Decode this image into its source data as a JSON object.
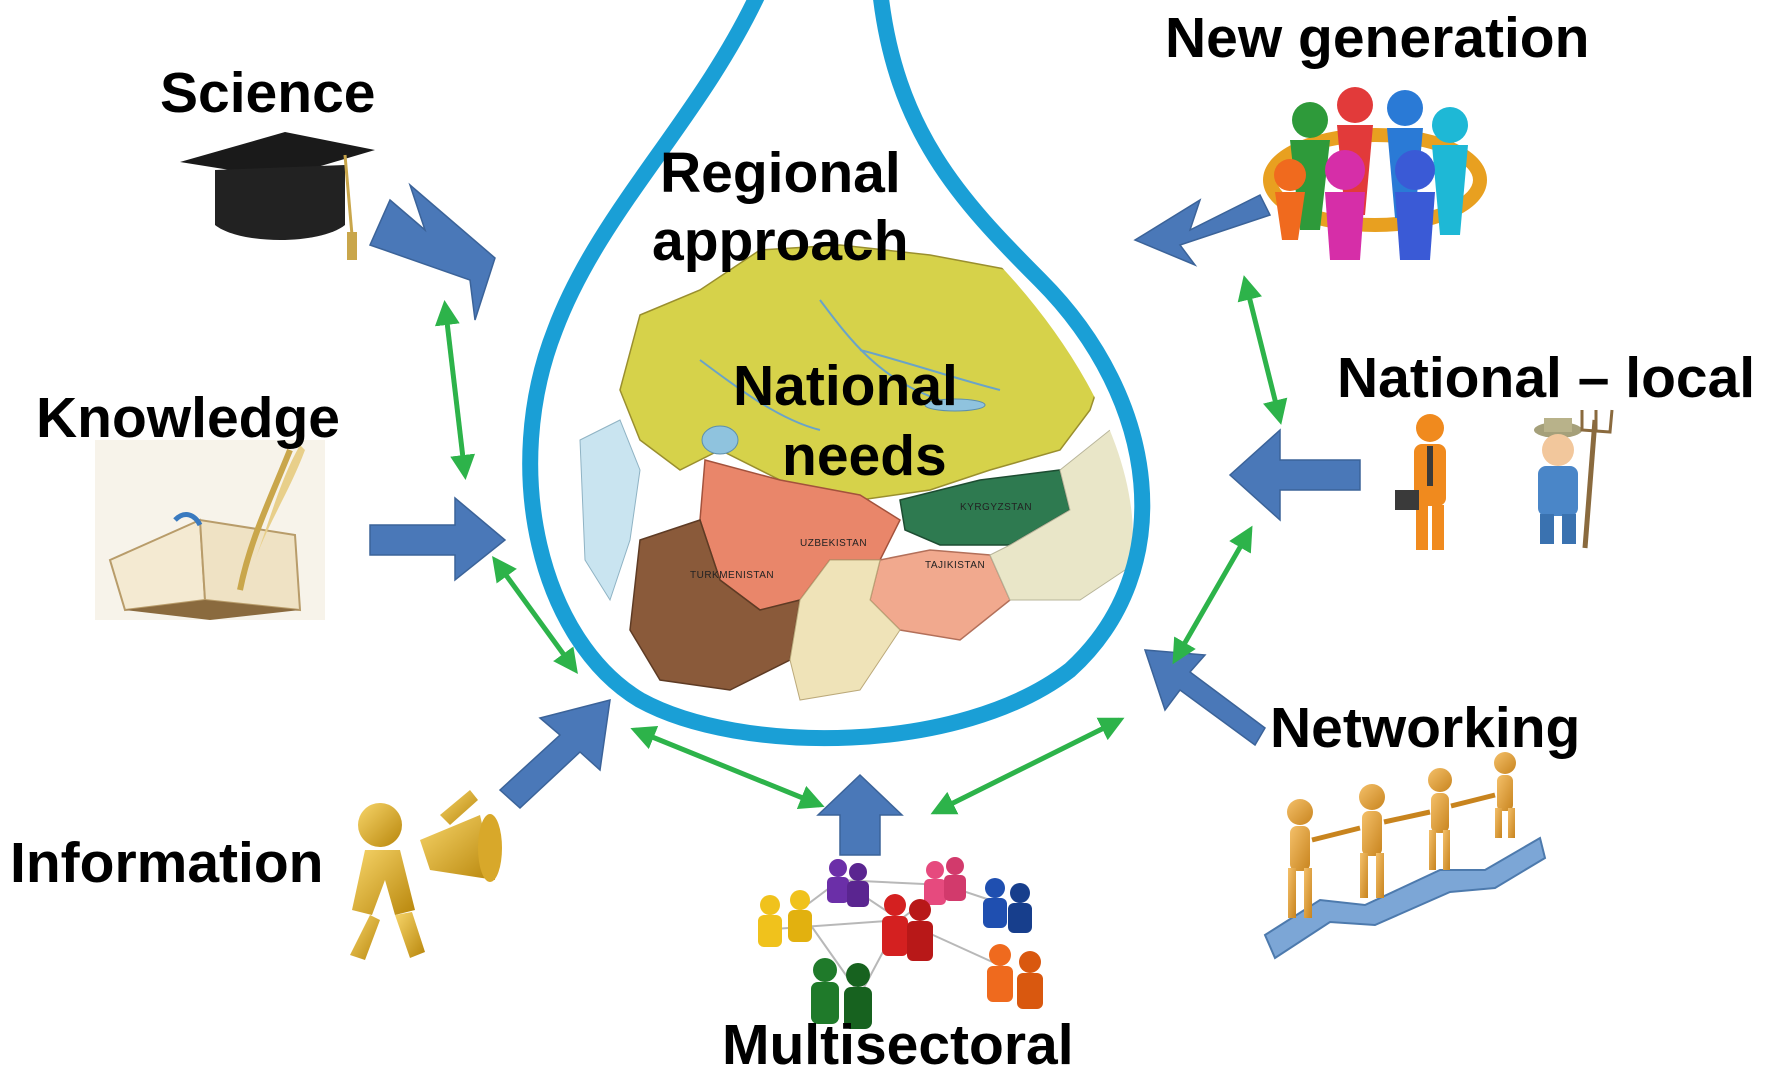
{
  "center": {
    "regional_line1": "Regional",
    "regional_line2": "approach",
    "national_line1": "National",
    "national_line2": "needs"
  },
  "nodes": {
    "science": "Science",
    "knowledge": "Knowledge",
    "information": "Information",
    "multisectoral": "Multisectoral",
    "networking": "Networking",
    "national_local": "National – local",
    "new_generation": "New generation"
  },
  "map_labels": {
    "uzbekistan": "UZBEKISTAN",
    "turkmenistan": "TURKMENISTAN",
    "kyrgyzstan": "KYRGYZSTAN",
    "tajikistan": "TAJIKISTAN"
  },
  "colors": {
    "drop_outline": "#1a9fd6",
    "flow_arrow": "#4a78b8",
    "link_arrow": "#2db34a",
    "kazakhstan": "#d6d24a",
    "uzbekistan": "#e9866a",
    "turkmenistan": "#8a5a3a",
    "kyrgyzstan": "#2e7a50",
    "tajikistan": "#f1a98e"
  },
  "icons": {
    "science": "graduation-cap-icon",
    "knowledge": "book-quill-icon",
    "information": "megaphone-figure-icon",
    "multisectoral": "people-network-icon",
    "networking": "puzzle-people-icon",
    "national_local": "businessman-farmer-icon",
    "new_generation": "group-circle-icon"
  }
}
